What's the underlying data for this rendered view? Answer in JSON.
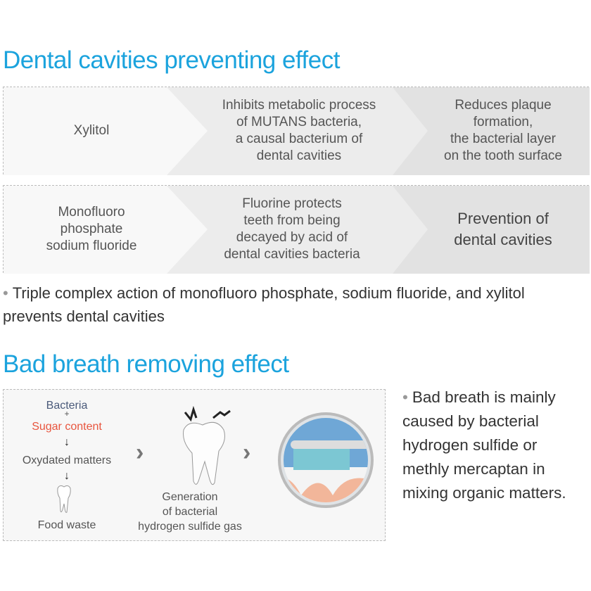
{
  "section1": {
    "title": "Dental cavities preventing effect",
    "rows": [
      {
        "cells": [
          "Xylitol",
          "Inhibits metabolic process\nof MUTANS bacteria,\na causal bacterium of\ndental cavities",
          "Reduces plaque\nformation,\nthe bacterial layer\non the tooth surface"
        ]
      },
      {
        "cells": [
          "Monofluoro\nphosphate\nsodium fluoride",
          "Fluorine protects\nteeth from being\ndecayed by acid of\ndental cavities bacteria",
          "Prevention of\ndental cavities"
        ]
      }
    ],
    "note": "Triple complex action of monofluoro phosphate, sodium fluoride, and xylitol prevents dental cavities"
  },
  "section2": {
    "title": "Bad breath removing effect",
    "diagram": {
      "bacteria": "Bacteria",
      "plus": "+",
      "sugar": "Sugar content",
      "oxydated": "Oxydated matters",
      "food_waste": "Food waste",
      "generation": "Generation\nof bacterial\nhydrogen sulfide gas"
    },
    "note": "Bad breath is mainly caused by bacterial hydrogen sulfide or methly mercaptan in mixing organic matters."
  },
  "colors": {
    "accent": "#1ba3dd",
    "sugar": "#e8553e",
    "bacteria": "#4a5a7a"
  }
}
